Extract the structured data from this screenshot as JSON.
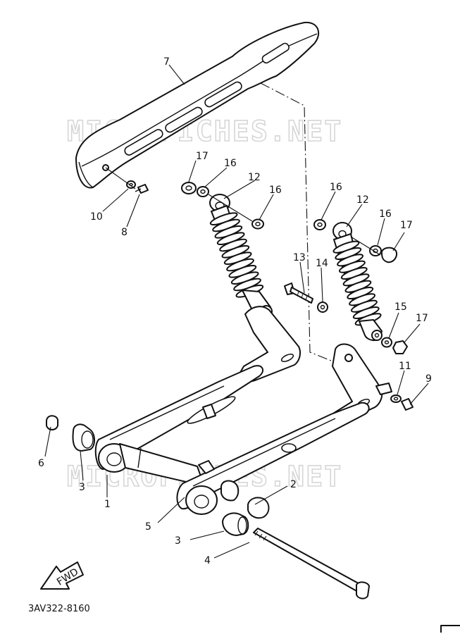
{
  "watermark": "MICROFICHES.NET",
  "drawing_code": "3AV322-8160",
  "fwd_label": "FWD",
  "callouts": {
    "c1": "1",
    "c2": "2",
    "c3a": "3",
    "c3b": "3",
    "c4": "4",
    "c5": "5",
    "c6": "6",
    "c7": "7",
    "c8": "8",
    "c9": "9",
    "c10": "10",
    "c11": "11",
    "c12a": "12",
    "c12b": "12",
    "c13": "13",
    "c14": "14",
    "c15": "15",
    "c16a": "16",
    "c16b": "16",
    "c16c": "16",
    "c16d": "16",
    "c17a": "17",
    "c17b": "17",
    "c17c": "17"
  }
}
